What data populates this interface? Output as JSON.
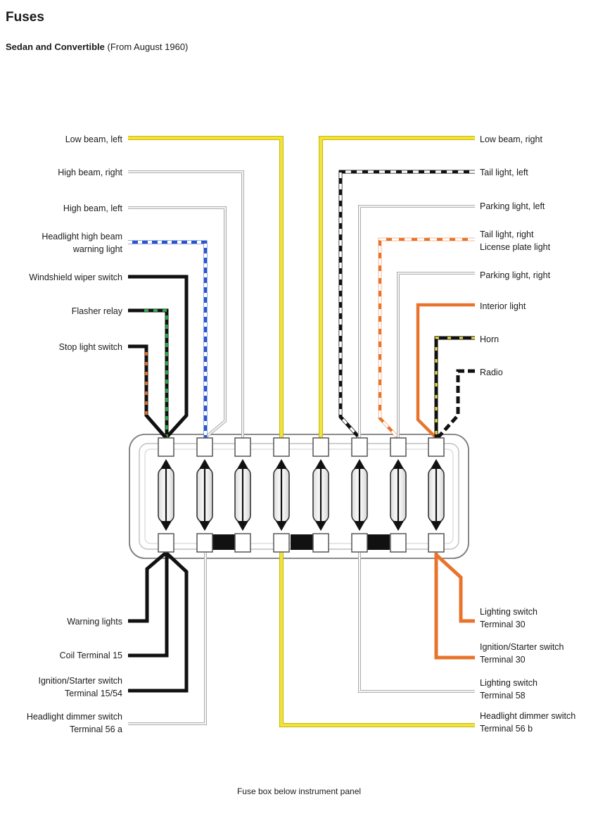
{
  "header": {
    "title": "Fuses",
    "subtitle_bold": "Sedan and Convertible",
    "subtitle_rest": "(From August 1960)"
  },
  "caption": "Fuse box below instrument panel",
  "labels": {
    "low_beam_left": "Low beam, left",
    "high_beam_right": "High beam, right",
    "high_beam_left": "High beam, left",
    "hl_warning_1": "Headlight high beam",
    "hl_warning_2": "warning light",
    "wiper": "Windshield wiper switch",
    "flasher": "Flasher relay",
    "stop": "Stop light switch",
    "low_beam_right": "Low beam, right",
    "tail_left": "Tail light, left",
    "parking_left": "Parking light, left",
    "tail_right_1": "Tail light, right",
    "tail_right_2": "License plate light",
    "parking_right": "Parking light, right",
    "interior": "Interior light",
    "horn": "Horn",
    "radio": "Radio",
    "warning_lights": "Warning lights",
    "coil": "Coil Terminal 15",
    "ign_1554_1": "Ignition/Starter switch",
    "ign_1554_2": "Terminal 15/54",
    "dimmer_a_1": "Headlight dimmer switch",
    "dimmer_a_2": "Terminal 56 a",
    "lighting_30_1": "Lighting switch",
    "lighting_30_2": "Terminal 30",
    "ign_30_1": "Ignition/Starter switch",
    "ign_30_2": "Terminal 30",
    "lighting_58_1": "Lighting switch",
    "lighting_58_2": "Terminal 58",
    "dimmer_b_1": "Headlight dimmer switch",
    "dimmer_b_2": "Terminal 56 b"
  },
  "colors": {
    "yellow": "#f2e33a",
    "white_wire": "#f4f4f4",
    "wire_outline": "#9a9a9a",
    "black": "#111111",
    "blue": "#2a55c8",
    "green": "#2fb04a",
    "orange": "#e8742c"
  }
}
